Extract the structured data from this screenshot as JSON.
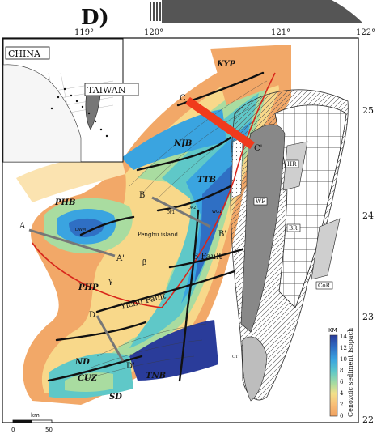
{
  "panel_label": "D)",
  "lon_ticks": [
    "119°",
    "120°",
    "121°",
    "122°"
  ],
  "lat_ticks": [
    "25",
    "24",
    "23",
    "22"
  ],
  "inset": {
    "china": "CHINA",
    "taiwan": "TAIWAN"
  },
  "regions": {
    "kyp": "KYP",
    "njb": "NJB",
    "ttb": "TTB",
    "phb": "PHB",
    "php": "PHP",
    "nd": "ND",
    "cuz": "CUZ",
    "sd": "SD",
    "tnb": "TNB"
  },
  "features": {
    "penghu": "Penghu island",
    "b_fault": "B Fault",
    "yichu_fault": "Yichu Fault",
    "dwm": "DWM",
    "df1": "DF1",
    "da2": "DA2",
    "wg1": "WG1",
    "beta": "β",
    "gamma": "γ"
  },
  "profiles": {
    "a": "A",
    "a_end": "A'",
    "b": "B",
    "b_end": "B'",
    "c": "C",
    "c_end": "C'",
    "d": "D",
    "d_end": "D'"
  },
  "geology": {
    "wf": "WF",
    "hr": "HR",
    "br": "BR",
    "cor": "CoR",
    "ct": "CT"
  },
  "colorbar": {
    "unit": "KM",
    "title": "Cenozoic sediment isopach",
    "ticks": [
      "14",
      "12",
      "10",
      "8",
      "6",
      "4",
      "2",
      "0"
    ],
    "colors": [
      "#2a3c9a",
      "#2f6fc4",
      "#3aa4e0",
      "#5fc8c8",
      "#a9dca0",
      "#f2e08a",
      "#f8c078",
      "#f0a060"
    ]
  },
  "scale_bar": {
    "unit": "km",
    "zero": "0",
    "fifty": "50"
  }
}
